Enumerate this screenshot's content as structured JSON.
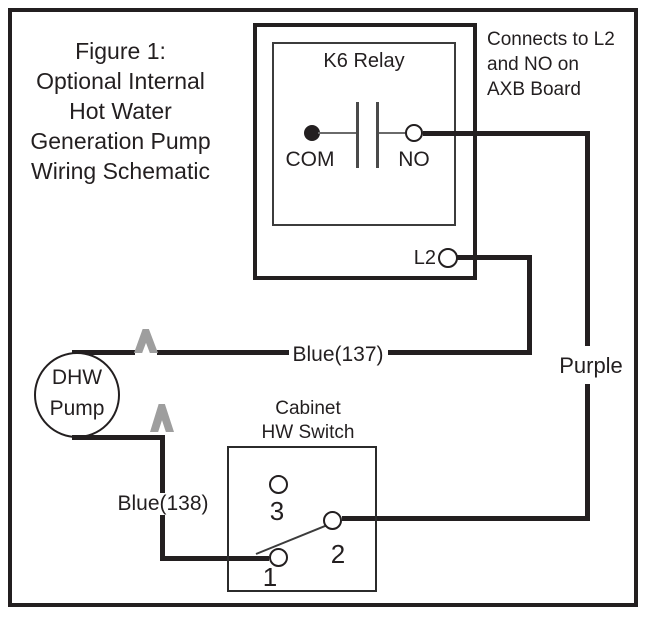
{
  "figure_title": {
    "lines": [
      "Figure 1:",
      "Optional Internal",
      "Hot Water",
      "Generation Pump",
      "Wiring Schematic"
    ]
  },
  "relay": {
    "name": "K6 Relay",
    "com_label": "COM",
    "no_label": "NO",
    "l2_label": "L2"
  },
  "note": {
    "lines": [
      "Connects to L2",
      "and NO on",
      "AXB Board"
    ]
  },
  "pump": {
    "lines": [
      "DHW",
      "Pump"
    ]
  },
  "wire_labels": {
    "blue_137": "Blue(137)",
    "blue_138": "Blue(138)",
    "purple": "Purple"
  },
  "hw_switch": {
    "title_lines": [
      "Cabinet",
      "HW Switch"
    ],
    "terminal_1": "1",
    "terminal_2": "2",
    "terminal_3": "3"
  },
  "colors": {
    "ink": "#231f20",
    "connector_gray": "#9e9e9e",
    "thin_line_gray": "#6a6a6a"
  }
}
